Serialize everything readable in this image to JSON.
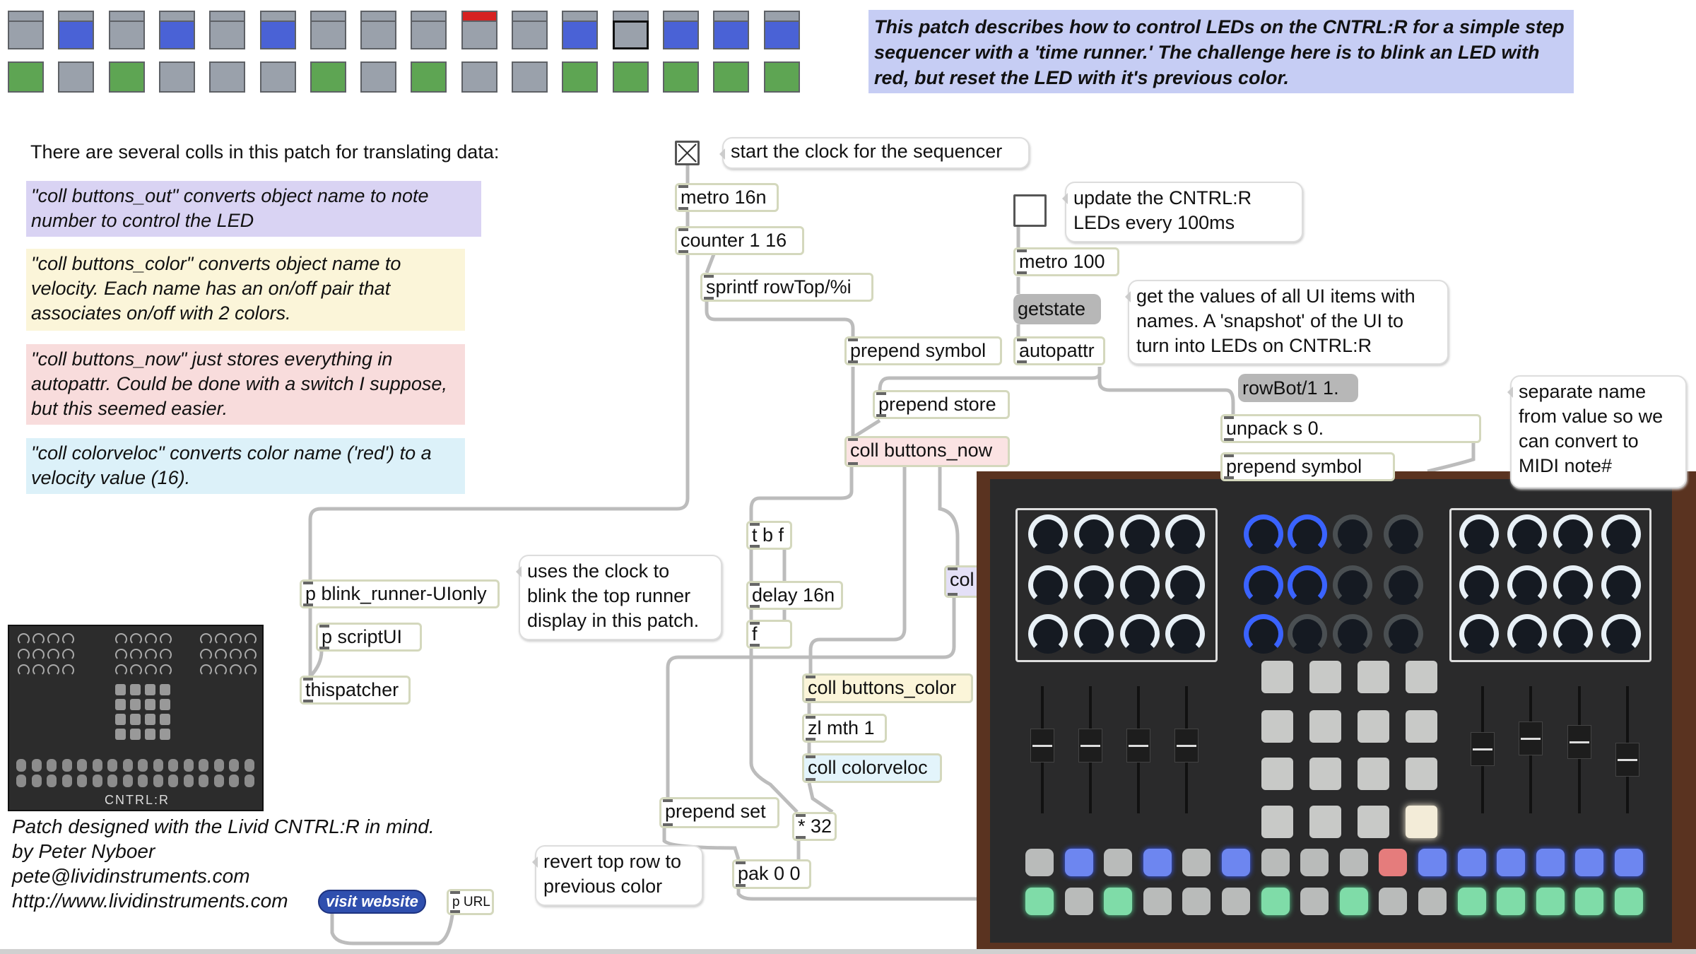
{
  "runner": {
    "top_strip": [
      "gray",
      "gray",
      "gray",
      "gray",
      "gray",
      "gray",
      "gray",
      "gray",
      "gray",
      "red",
      "gray",
      "gray",
      "gray",
      "gray",
      "gray",
      "gray"
    ],
    "row_top": [
      "gray",
      "blue",
      "gray",
      "blue",
      "gray",
      "blue",
      "gray",
      "gray",
      "gray",
      "gray",
      "gray",
      "blue",
      "gray",
      "blue",
      "blue",
      "blue"
    ],
    "row_bottom": [
      "green",
      "gray",
      "green",
      "gray",
      "gray",
      "gray",
      "green",
      "gray",
      "green",
      "gray",
      "gray",
      "green",
      "green",
      "green",
      "green",
      "green"
    ],
    "selected_index": 12
  },
  "description": "This patch describes how to control LEDs on the CNTRL:R for a simple step sequencer with a 'time runner.' The challenge here is to blink an LED with red, but reset the LED with it's previous color.",
  "colls_intro": "There are several colls in this patch for translating data:",
  "notes": [
    {
      "text": "\"coll buttons_out\" converts object name to note number to control the LED",
      "color": "#d9d3f3"
    },
    {
      "text": "\"coll buttons_color\" converts object name to velocity. Each name has an on/off pair that associates on/off with 2 colors.",
      "color": "#fbf5d9"
    },
    {
      "text": "\"coll buttons_now\" just stores everything in autopattr. Could be done with a switch I suppose, but this seemed easier.",
      "color": "#f8dcdc"
    },
    {
      "text": "\"coll colorveloc\" converts color name ('red') to a velocity value (16).",
      "color": "#dcf1f9"
    }
  ],
  "objects": {
    "metro16n": "metro 16n",
    "counter": "counter 1 16",
    "sprintf": "sprintf rowTop/%i",
    "metro100": "metro 100",
    "prepend_symbol": "prepend symbol",
    "autopattr": "autopattr",
    "prepend_store": "prepend store",
    "coll_buttons_now": "coll buttons_now",
    "unpack": "unpack s 0.",
    "prepend_symbol2": "prepend symbol",
    "tbf": "t b f",
    "delay": "delay 16n",
    "f": "f",
    "col_partial": "col",
    "blink_runner": "p blink_runner-UIonly",
    "scriptui": "p scriptUI",
    "thispatcher": "thispatcher",
    "coll_buttons_color": "coll buttons_color",
    "zl": "zl mth 1",
    "coll_colorveloc": "coll colorveloc",
    "prepend_set": "prepend set",
    "mul32": "* 32",
    "pak": "pak 0 0",
    "purl": "p URL"
  },
  "messages": {
    "getstate": "getstate",
    "rowbot": "rowBot/1 1."
  },
  "comments": {
    "start_clock": "start the clock for the sequencer",
    "update": "update the CNTRL:R LEDs every 100ms",
    "get_values": "get the values of all UI items with names. A 'snapshot' of the UI to turn into LEDs on CNTRL:R",
    "separate": "separate name from value so we can convert to MIDI note#",
    "uses_clock": "uses the clock to blink the top runner display in this patch.",
    "revert": "revert top row to previous color"
  },
  "credits": {
    "line1": "Patch designed with the Livid CNTRL:R in mind.",
    "line2": "by Peter Nyboer",
    "line3": "pete@lividinstruments.com",
    "line4": "http://www.lividinstruments.com",
    "visit_button": "visit website"
  },
  "thumbnail_logo": "CNTRL:R",
  "photo": {
    "buttons_top": [
      "gray",
      "blue",
      "gray",
      "blue",
      "gray",
      "blue",
      "gray",
      "gray",
      "gray",
      "red",
      "blue",
      "blue",
      "blue",
      "blue",
      "blue",
      "blue"
    ],
    "buttons_bottom": [
      "green",
      "gray",
      "green",
      "gray",
      "gray",
      "gray",
      "green",
      "gray",
      "green",
      "gray",
      "gray",
      "green",
      "green",
      "green",
      "green",
      "green"
    ]
  }
}
